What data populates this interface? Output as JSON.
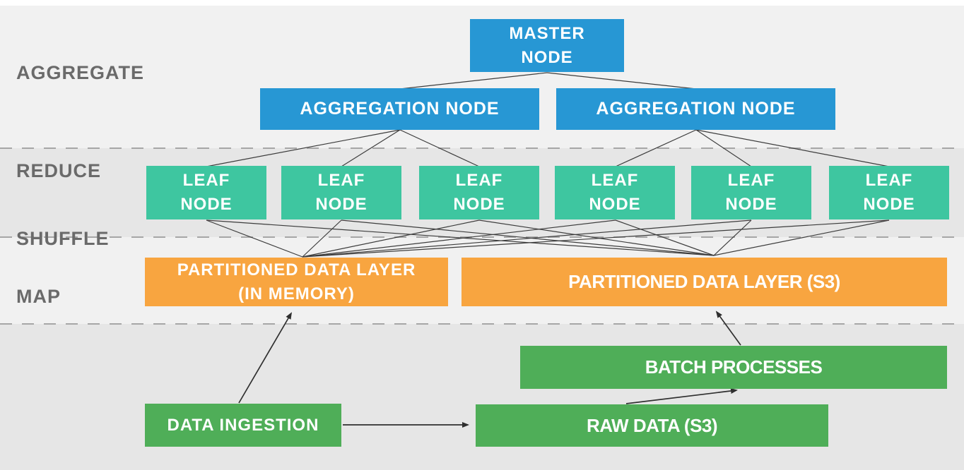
{
  "diagram_title": "MPP query engine architecture (aggregate / reduce / shuffle / map over partitioned data)",
  "stages": [
    {
      "label": "AGGREGATE"
    },
    {
      "label": "REDUCE"
    },
    {
      "label": "SHUFFLE"
    },
    {
      "label": "MAP"
    }
  ],
  "nodes": {
    "master": {
      "line1": "MASTER",
      "line2": "NODE"
    },
    "aggregation_left": {
      "label": "AGGREGATION NODE"
    },
    "aggregation_right": {
      "label": "AGGREGATION NODE"
    },
    "leaf": {
      "line1": "LEAF",
      "line2": "NODE"
    },
    "partitioned_memory": {
      "line1": "PARTITIONED DATA LAYER",
      "line2": "(IN MEMORY)"
    },
    "partitioned_s3": {
      "label": "PARTITIONED DATA LAYER (S3)"
    },
    "batch": {
      "label": "BATCH PROCESSES"
    },
    "ingestion": {
      "label": "DATA INGESTION"
    },
    "raw": {
      "label": "RAW DATA (S3)"
    }
  },
  "connections": [
    {
      "from": "master-node",
      "to": "aggregation-node-left",
      "type": "line"
    },
    {
      "from": "master-node",
      "to": "aggregation-node-right",
      "type": "line"
    },
    {
      "from": "aggregation-node-left",
      "to": "leaf-node-1",
      "type": "line"
    },
    {
      "from": "aggregation-node-left",
      "to": "leaf-node-2",
      "type": "line"
    },
    {
      "from": "aggregation-node-left",
      "to": "leaf-node-3",
      "type": "line"
    },
    {
      "from": "aggregation-node-right",
      "to": "leaf-node-4",
      "type": "line"
    },
    {
      "from": "aggregation-node-right",
      "to": "leaf-node-5",
      "type": "line"
    },
    {
      "from": "aggregation-node-right",
      "to": "leaf-node-6",
      "type": "line"
    },
    {
      "from": "leaf-node-1",
      "to": "partitioned-data-layer-in-memory",
      "type": "shuffle-line"
    },
    {
      "from": "leaf-node-2",
      "to": "partitioned-data-layer-in-memory",
      "type": "shuffle-line"
    },
    {
      "from": "leaf-node-3",
      "to": "partitioned-data-layer-in-memory",
      "type": "shuffle-line"
    },
    {
      "from": "leaf-node-4",
      "to": "partitioned-data-layer-in-memory",
      "type": "shuffle-line"
    },
    {
      "from": "leaf-node-5",
      "to": "partitioned-data-layer-in-memory",
      "type": "shuffle-line"
    },
    {
      "from": "leaf-node-6",
      "to": "partitioned-data-layer-in-memory",
      "type": "shuffle-line"
    },
    {
      "from": "leaf-node-1",
      "to": "partitioned-data-layer-s3",
      "type": "shuffle-line"
    },
    {
      "from": "leaf-node-2",
      "to": "partitioned-data-layer-s3",
      "type": "shuffle-line"
    },
    {
      "from": "leaf-node-3",
      "to": "partitioned-data-layer-s3",
      "type": "shuffle-line"
    },
    {
      "from": "leaf-node-4",
      "to": "partitioned-data-layer-s3",
      "type": "shuffle-line"
    },
    {
      "from": "leaf-node-5",
      "to": "partitioned-data-layer-s3",
      "type": "shuffle-line"
    },
    {
      "from": "leaf-node-6",
      "to": "partitioned-data-layer-s3",
      "type": "shuffle-line"
    },
    {
      "from": "data-ingestion",
      "to": "partitioned-data-layer-in-memory",
      "type": "arrow"
    },
    {
      "from": "data-ingestion",
      "to": "raw-data-s3",
      "type": "arrow"
    },
    {
      "from": "raw-data-s3",
      "to": "batch-processes",
      "type": "arrow"
    },
    {
      "from": "batch-processes",
      "to": "partitioned-data-layer-s3",
      "type": "arrow"
    }
  ],
  "colors": {
    "node_blue": "#2797d4",
    "node_teal": "#3ec6a0",
    "node_orange": "#f8a540",
    "node_green": "#4fae58",
    "band_light": "#f1f1f1",
    "band_dark": "#e6e6e6",
    "stage_label_gray": "#6a6a6a",
    "connector_line": "#3c3c3c",
    "dashed_separator": "#a6a6a6",
    "node_text": "#ffffff"
  }
}
